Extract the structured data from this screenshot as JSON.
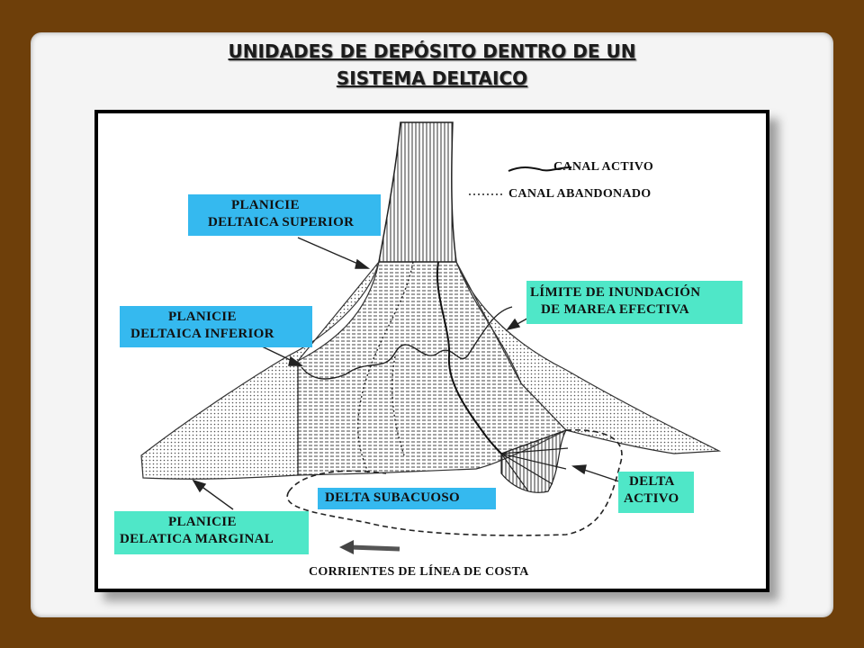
{
  "title": {
    "line1": "UNIDADES DE DEPÓSITO DENTRO DE UN",
    "line2": "SISTEMA DELTAICO"
  },
  "legend": {
    "active_channel": "CANAL ACTIVO",
    "abandoned_channel": "CANAL ABANDONADO"
  },
  "labels": {
    "upper_plain": [
      "PLANICIE",
      "DELTAICA SUPERIOR"
    ],
    "lower_plain": [
      "PLANICIE",
      "DELTAICA INFERIOR"
    ],
    "tidal_limit": [
      "LÍMITE DE INUNDACIÓN",
      "DE MAREA EFECTIVA"
    ],
    "active_delta": [
      "DELTA",
      "ACTIVO"
    ],
    "subaqueous_delta": "DELTA SUBACUOSO",
    "marginal_plain": [
      "PLANICIE",
      "DELATICA MARGINAL"
    ],
    "longshore_currents": "CORRIENTES DE LÍNEA DE COSTA"
  },
  "colors": {
    "background": "#6e3f0a",
    "blue_label": "#35b9ef",
    "green_label": "#4fe7c8"
  }
}
